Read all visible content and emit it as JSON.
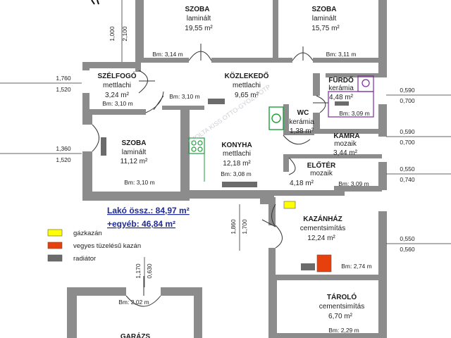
{
  "rooms": {
    "szoba1": {
      "name": "SZOBA",
      "material": "laminált",
      "area": "19,55 m²",
      "bm": "Bm: 3,14 m"
    },
    "szoba2": {
      "name": "SZOBA",
      "material": "laminált",
      "area": "15,75 m²",
      "bm": "Bm: 3,11 m"
    },
    "szelfogo": {
      "name": "SZÉLFOGÓ",
      "material": "mettlachi",
      "area": "3,24 m²",
      "bm": "Bm: 3,10 m"
    },
    "kozlekedo": {
      "name": "KÖZLEKEDŐ",
      "material": "mettlachi",
      "area": "9,65 m²",
      "bm": "Bm: 3,10 m"
    },
    "furdo": {
      "name": "FÜRDŐ",
      "material": "kerámia",
      "area": "4,48 m²",
      "bm": "Bm: 3,09 m"
    },
    "wc": {
      "name": "WC",
      "material": "kerámia",
      "area": "1,38 m²"
    },
    "kamra": {
      "name": "KAMRA",
      "material": "mozaik",
      "area": "3,44 m²"
    },
    "szoba3": {
      "name": "SZOBA",
      "material": "laminált",
      "area": "11,12 m²",
      "bm": "Bm: 3,10 m"
    },
    "konyha": {
      "name": "KONYHA",
      "material": "mettlachi",
      "area": "12,18 m²",
      "bm": "Bm: 3,08 m"
    },
    "eloter": {
      "name": "ELŐTÉR",
      "material": "mozaik",
      "area": "4,18 m²",
      "bm": "Bm: 3,09 m"
    },
    "kazanhaz": {
      "name": "KAZÁNHÁZ",
      "material": "cementsimítás",
      "area": "12,24 m²",
      "bm": "Bm: 2,74 m"
    },
    "tarolo": {
      "name": "TÁROLÓ",
      "material": "cementsimítás",
      "area": "6,70 m²",
      "bm": "Bm: 2,29 m"
    },
    "garazs": {
      "name": "GARÁZS",
      "bm": "Bm: 2,02 m"
    }
  },
  "dimensions": {
    "top_upper": "1,000",
    "top_lower": "2,100",
    "szelfogo_upper": "1,760",
    "szelfogo_lower": "1,520",
    "szoba3_upper": "1,360",
    "szoba3_lower": "1,520",
    "konyha_left": "1,860",
    "konyha_right": "1,700",
    "garazs_left": "1,170",
    "garazs_right": "0,630",
    "furdo_upper": "0,590",
    "furdo_lower": "0,700",
    "kamra_upper": "0,590",
    "kamra_lower": "0,700",
    "eloter_upper": "0,550",
    "eloter_lower": "0,740",
    "kazan_upper": "0,550",
    "kazan_lower": "0,560"
  },
  "summary": {
    "lako": "Lakó össz.: 84,97 m²",
    "egyeb": "+egyéb: 46,84 m²"
  },
  "legend": [
    {
      "color": "#ffff00",
      "label": "gázkazán"
    },
    {
      "color": "#e8400c",
      "label": "vegyes tüzelésű kazán"
    },
    {
      "color": "#6b6b6b",
      "label": "radiátor"
    }
  ],
  "watermark": "SZOLTA KISS OTTO-GYOZO OTP"
}
